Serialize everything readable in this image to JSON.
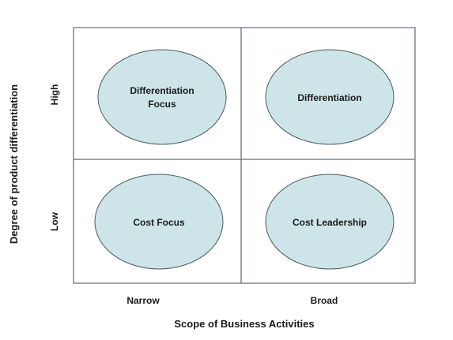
{
  "y_axis": {
    "title": "Degree of product differentiation",
    "high_label": "High",
    "low_label": "Low"
  },
  "x_axis": {
    "title": "Scope of Business Activities",
    "narrow_label": "Narrow",
    "broad_label": "Broad"
  },
  "quadrants": {
    "top_left": {
      "line1": "Differentiation",
      "line2": "Focus"
    },
    "top_right": {
      "line1": "Differentiation"
    },
    "bottom_left": {
      "line1": "Cost Focus"
    },
    "bottom_right": {
      "line1": "Cost Leadership"
    }
  },
  "colors": {
    "ellipse_fill": "#cde5e8",
    "ellipse_stroke": "#4a5a5e",
    "grid_line": "#5f6b6e",
    "text": "#1a1a1a"
  }
}
